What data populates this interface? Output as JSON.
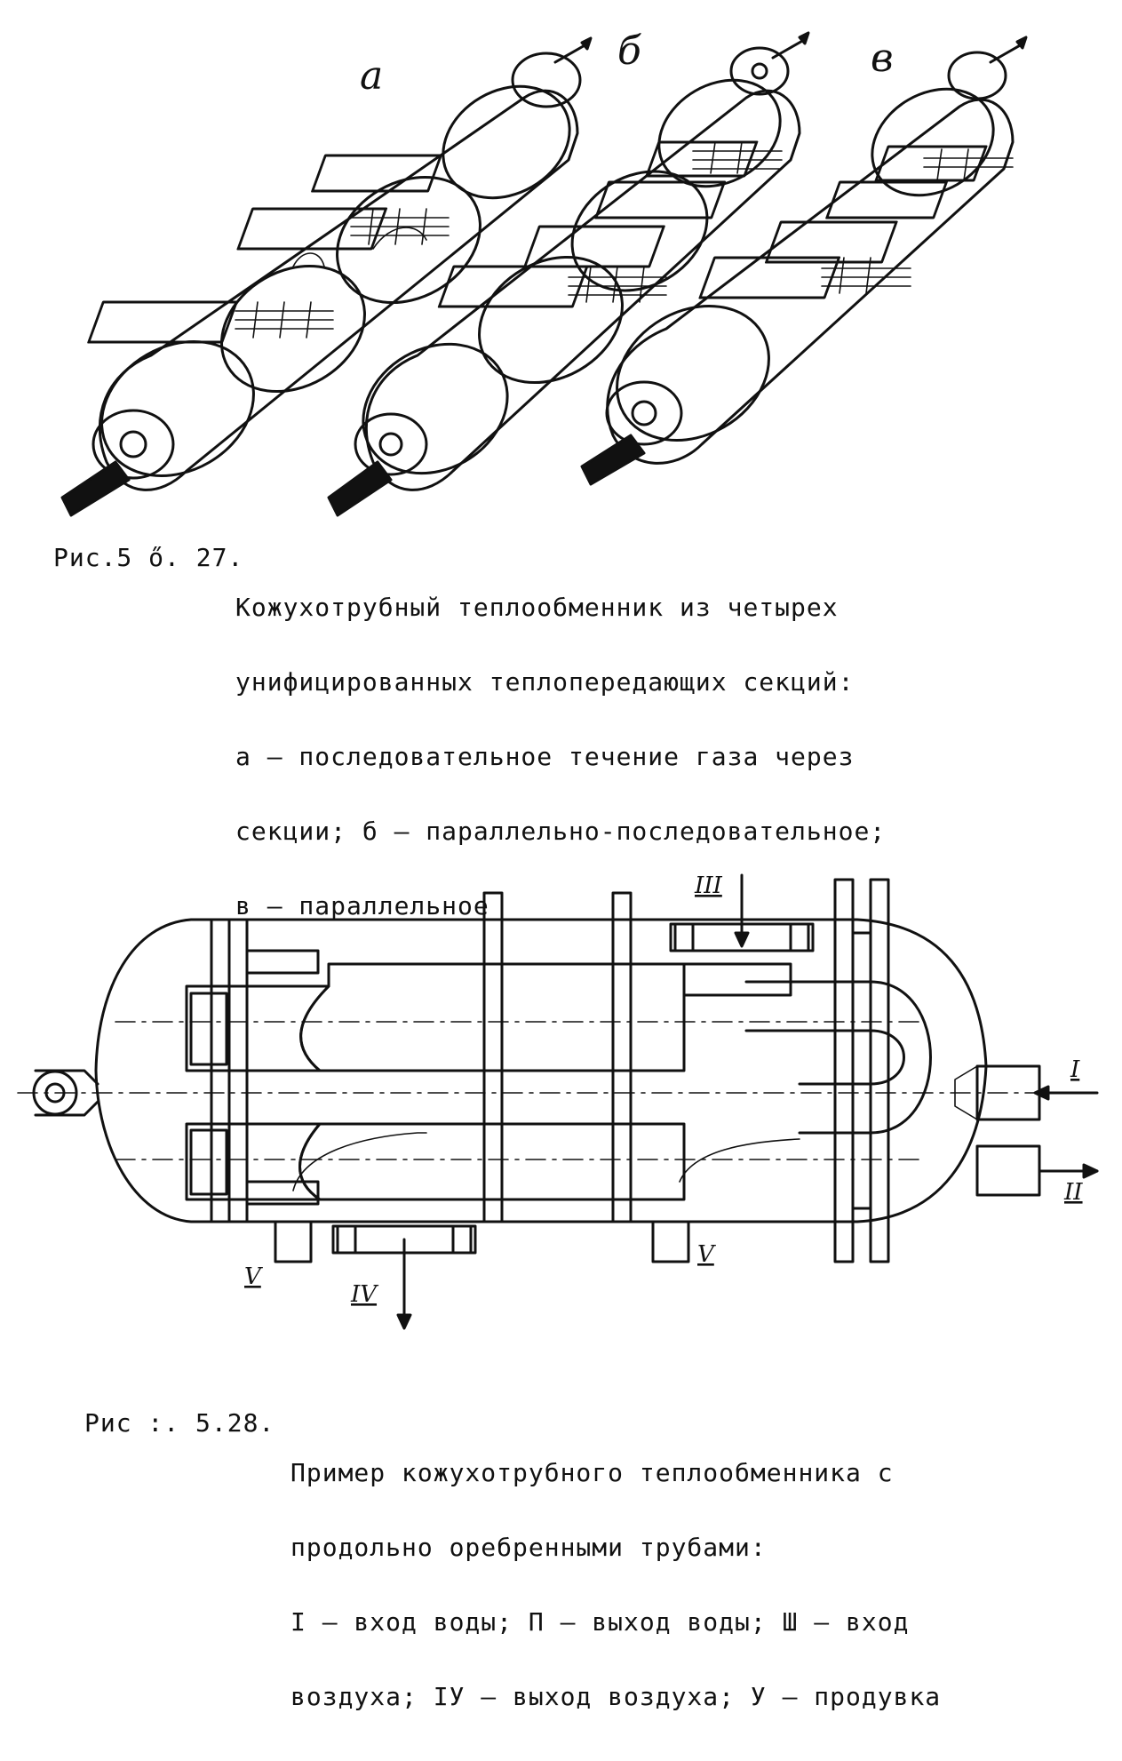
{
  "figure_27": {
    "variant_labels": [
      "а",
      "б",
      "в"
    ],
    "caption": {
      "number": "Рис.5 ő. 27.",
      "lines": [
        "Кожухотрубный теплообменник из четырех",
        "унифицированных теплопередающих секций:",
        "а – последовательное течение газа через",
        "секции; б – параллельно-последовательное;",
        "в – параллельное"
      ]
    }
  },
  "figure_28": {
    "port_labels": {
      "i": "I",
      "ii": "II",
      "iii": "III",
      "iv": "IV",
      "v_left": "V",
      "v_right": "V"
    },
    "caption": {
      "number": "Рис :. 5.28.",
      "lines": [
        "Пример кожухотрубного теплообменника с",
        "продольно оребренными трубами:",
        "I – вход воды; П – выход воды; Ш – вход",
        "воздуха; IУ – выход воздуха; У – продувка"
      ]
    }
  }
}
